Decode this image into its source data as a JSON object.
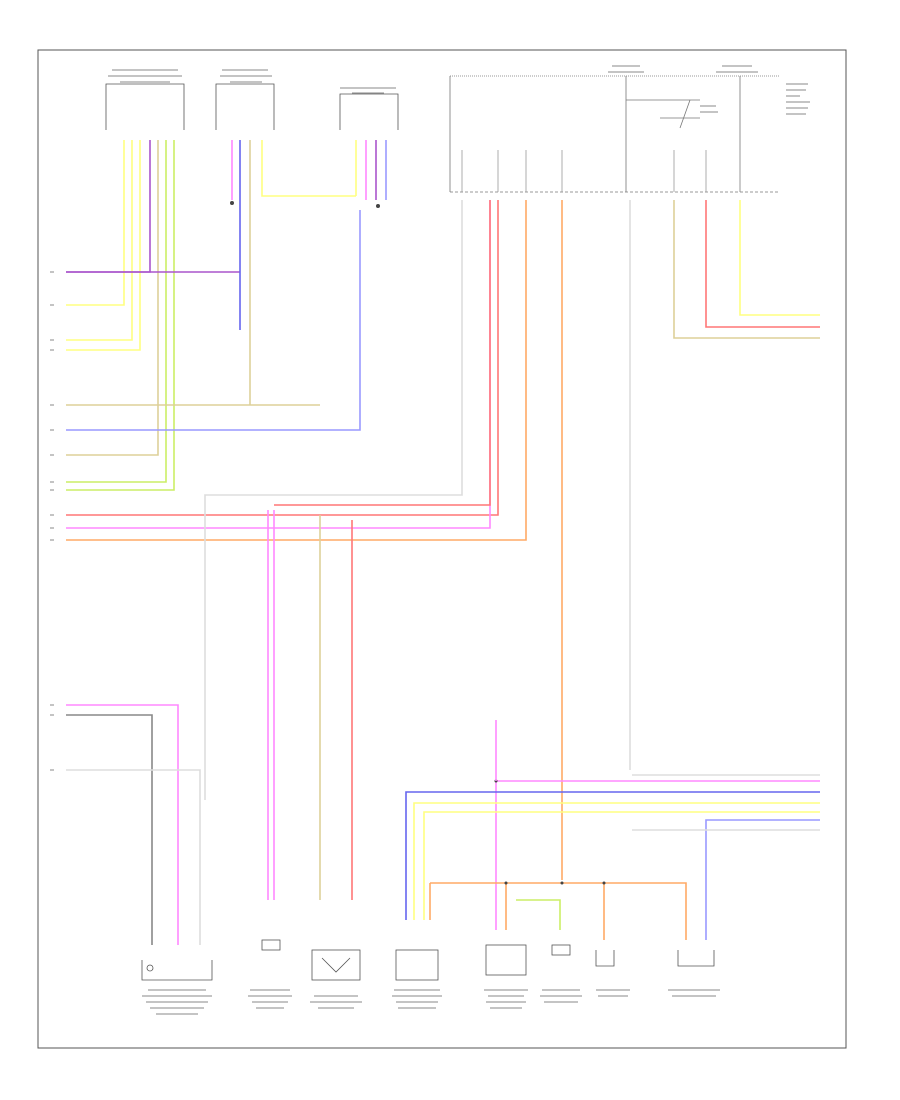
{
  "page_ref": "",
  "colors": {
    "frame": "#444444",
    "yellow": "#ffff80",
    "yellow_green": "#ccee66",
    "purple": "#aa55cc",
    "blue": "#6666ee",
    "violet": "#9999ff",
    "pink": "#ff88ff",
    "red": "#ff7777",
    "orange": "#ffaa66",
    "tan": "#ddd099",
    "gray": "#bbbbbb"
  },
  "components": [
    {
      "id": "module-top-left"
    },
    {
      "id": "module-top-mid"
    },
    {
      "id": "module-top-right"
    },
    {
      "id": "fuse-block-left"
    },
    {
      "id": "fuse-block-right"
    },
    {
      "id": "fuel-tank-sensor"
    },
    {
      "id": "connector-a"
    },
    {
      "id": "relay-b"
    },
    {
      "id": "pressure-sensor"
    },
    {
      "id": "pump-module"
    },
    {
      "id": "valve-c"
    },
    {
      "id": "valve-d"
    },
    {
      "id": "fuel-tank-component"
    }
  ]
}
